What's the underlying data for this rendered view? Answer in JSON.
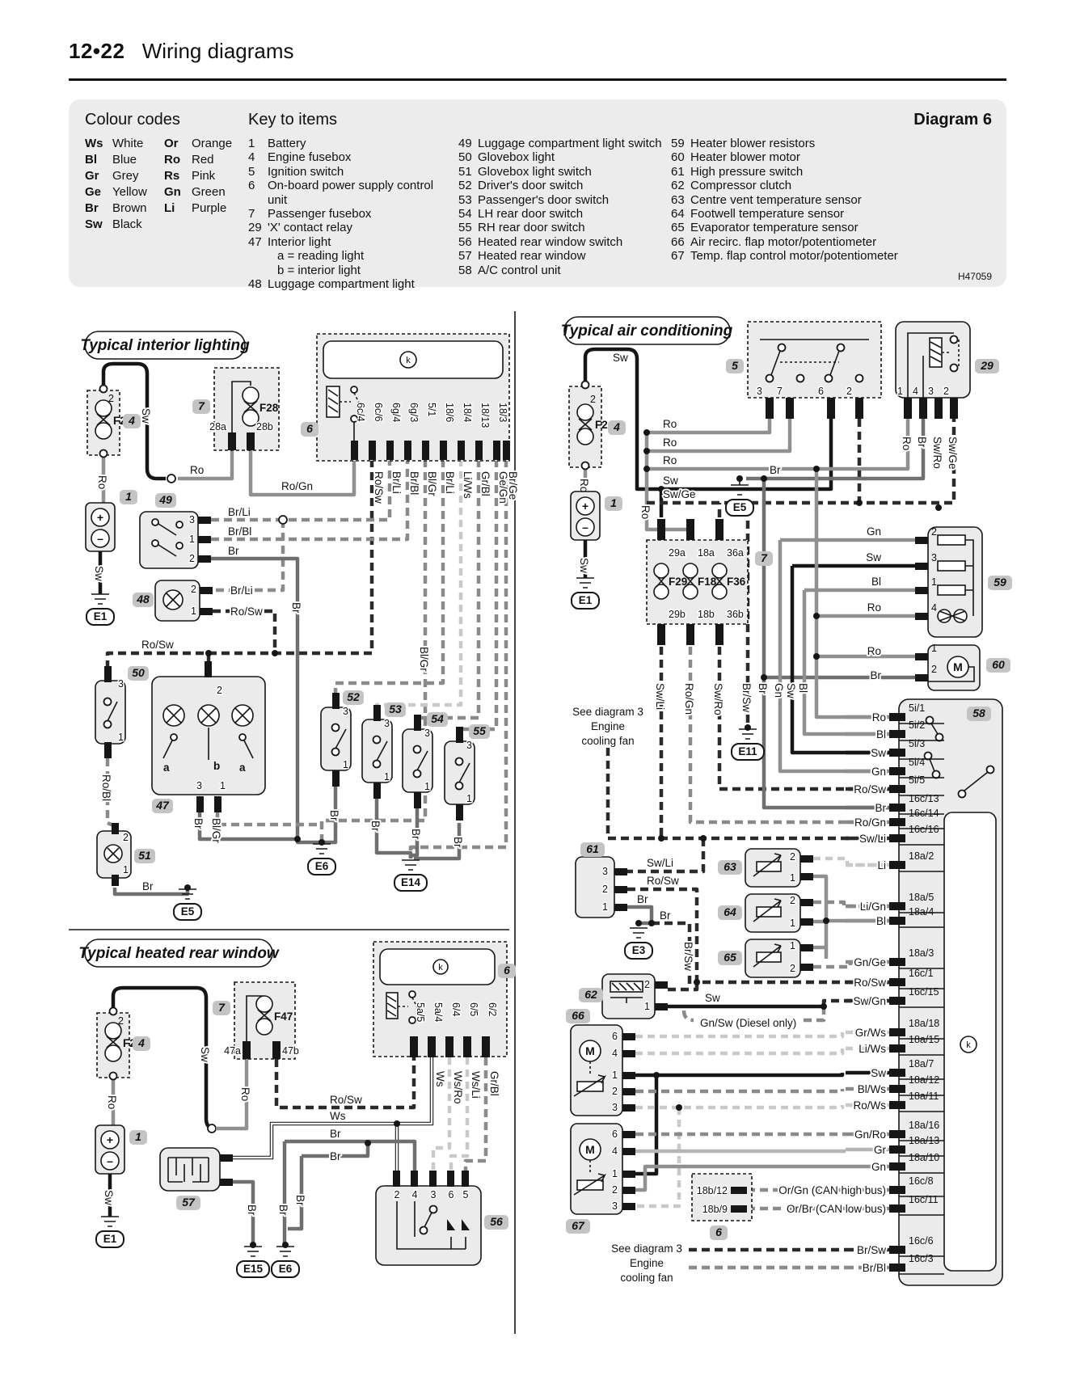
{
  "page": {
    "header_num": "12•22",
    "header_title": "Wiring diagrams"
  },
  "legend": {
    "colour_title": "Colour codes",
    "key_title": "Key to items",
    "diagram_label": "Diagram 6",
    "ref_code": "H47059",
    "colours": [
      {
        "a": "Ws",
        "n": "White"
      },
      {
        "a": "Or",
        "n": "Orange"
      },
      {
        "a": "Bl",
        "n": "Blue"
      },
      {
        "a": "Ro",
        "n": "Red"
      },
      {
        "a": "Gr",
        "n": "Grey"
      },
      {
        "a": "Rs",
        "n": "Pink"
      },
      {
        "a": "Ge",
        "n": "Yellow"
      },
      {
        "a": "Gn",
        "n": "Green"
      },
      {
        "a": "Br",
        "n": "Brown"
      },
      {
        "a": "Li",
        "n": "Purple"
      },
      {
        "a": "Sw",
        "n": "Black"
      }
    ],
    "key1": [
      {
        "n": "1",
        "t": "Battery"
      },
      {
        "n": "4",
        "t": "Engine fusebox"
      },
      {
        "n": "5",
        "t": "Ignition switch"
      },
      {
        "n": "6",
        "t": "On-board power supply control unit"
      },
      {
        "n": "7",
        "t": "Passenger fusebox"
      },
      {
        "n": "29",
        "t": "'X' contact relay"
      },
      {
        "n": "47",
        "t": "Interior light"
      },
      {
        "n": "",
        "t": "a  =  reading light"
      },
      {
        "n": "",
        "t": "b  =  interior light"
      },
      {
        "n": "48",
        "t": "Luggage compartment light"
      }
    ],
    "key2": [
      {
        "n": "49",
        "t": "Luggage compartment light switch"
      },
      {
        "n": "50",
        "t": "Glovebox light"
      },
      {
        "n": "51",
        "t": "Glovebox light switch"
      },
      {
        "n": "52",
        "t": "Driver's door switch"
      },
      {
        "n": "53",
        "t": "Passenger's door switch"
      },
      {
        "n": "54",
        "t": "LH rear door switch"
      },
      {
        "n": "55",
        "t": "RH rear door switch"
      },
      {
        "n": "56",
        "t": "Heated rear window switch"
      },
      {
        "n": "57",
        "t": "Heated rear window"
      },
      {
        "n": "58",
        "t": "A/C control unit"
      }
    ],
    "key3": [
      {
        "n": "59",
        "t": "Heater blower resistors"
      },
      {
        "n": "60",
        "t": "Heater blower motor"
      },
      {
        "n": "61",
        "t": "High pressure switch"
      },
      {
        "n": "62",
        "t": "Compressor clutch"
      },
      {
        "n": "63",
        "t": "Centre vent temperature sensor"
      },
      {
        "n": "64",
        "t": "Footwell temperature sensor"
      },
      {
        "n": "65",
        "t": "Evaporator temperature sensor"
      },
      {
        "n": "66",
        "t": "Air recirc. flap motor/potentiometer"
      },
      {
        "n": "67",
        "t": "Temp. flap control motor/potentiometer"
      }
    ]
  },
  "interior": {
    "title": "Typical interior lighting",
    "pins6": [
      "6c/4",
      "6c/6",
      "6g/4",
      "6g/3",
      "5/1",
      "18/6",
      "18/4",
      "18/13",
      "18/3"
    ],
    "wires6": [
      "Ro/Sw",
      "Br/Li",
      "Br/Bl",
      "Bl/Gr",
      "Br/Li",
      "Li/Ws",
      "Gr/Bl",
      "Ge/Gn",
      "Br/Ge"
    ],
    "t": {
      "b1": "1",
      "b4": "4",
      "b6": "6",
      "b7": "7",
      "b47": "47",
      "b48": "48",
      "b49": "49",
      "b50": "50",
      "b51": "51",
      "b52": "52",
      "b53": "53",
      "b54": "54",
      "b55": "55",
      "f2": "F2",
      "f28": "F28",
      "k": "k",
      "pF2_2": "2",
      "p28a": "28a",
      "p28b": "28b",
      "wSw": "Sw",
      "wRoF2": "Ro",
      "wRo": "Ro",
      "wRoGn": "Ro/Gn",
      "wSwBat": "Sw",
      "batp": "+",
      "batm": "–",
      "p49_3": "3",
      "p49_1": "1",
      "p49_2": "2",
      "w49_brli": "Br/Li",
      "w49_brbl": "Br/Bl",
      "w49_br": "Br",
      "p48_2": "2",
      "p48_1": "1",
      "w48_brli": "Br/Li",
      "w48_rosw": "Ro/Sw",
      "wRoSwH": "Ro/Sw",
      "p50_3": "3",
      "p50_1": "1",
      "wRoBl": "Ro/Bl",
      "p51_2": "2",
      "p51_1": "1",
      "wBr51": "Br",
      "p47_2": "2",
      "p47_3": "3",
      "p47_1": "1",
      "a1": "a",
      "ab": "b",
      "a2": "a",
      "wBr47": "Br",
      "wBlGr47": "Bl/Gr",
      "wBrMain": "Br",
      "wBlGrMain": "Bl/Gr",
      "p52_3": "3",
      "p52_1": "1",
      "p53_3": "3",
      "p53_1": "1",
      "p54_3": "3",
      "p54_1": "1",
      "p55_3": "3",
      "p55_1": "1",
      "wBr52": "Br",
      "wBr53": "Br",
      "wBr54": "Br",
      "wBr55": "Br",
      "gE1": "E1",
      "gE5": "E5",
      "gE6": "E6",
      "gE14": "E14"
    }
  },
  "heated": {
    "title": "Typical heated rear window",
    "pins6": [
      "5a/5",
      "5a/4",
      "6/4",
      "6/5",
      "6/2"
    ],
    "vlabels": [
      "Ws",
      "Ws/Ro",
      "Ws/Li",
      "Gr/Bl"
    ],
    "p56": [
      "2",
      "4",
      "3",
      "6",
      "5"
    ],
    "t": {
      "b1": "1",
      "b4": "4",
      "b6": "6",
      "b7": "7",
      "b56": "56",
      "b57": "57",
      "f2": "F2",
      "f47": "F47",
      "k": "k",
      "pF2_2": "2",
      "p47a": "47a",
      "p47b": "47b",
      "wSw": "Sw",
      "wRoF2": "Ro",
      "wRo7": "Ro",
      "wRoSw": "Ro/Sw",
      "wWs": "Ws",
      "wBr1": "Br",
      "wBr2": "Br",
      "wBrA": "Br",
      "wBrB": "Br",
      "wBrC": "Br",
      "batp": "+",
      "batm": "–",
      "wSwBat": "Sw",
      "gE1": "E1",
      "gE15": "E15",
      "gE6": "E6"
    }
  },
  "ac": {
    "title": "Typical air conditioning",
    "p5": [
      "3",
      "7",
      "6",
      "2"
    ],
    "p29": [
      "1",
      "4",
      "3",
      "2"
    ],
    "v29": [
      "Ro",
      "Br",
      "Sw/Ro",
      "Sw/Ge"
    ],
    "pTop": [
      "29a",
      "18a",
      "36a"
    ],
    "pBot": [
      "29b",
      "18b",
      "36b"
    ],
    "vFus": [
      "Sw/Li",
      "Ro/Gn",
      "Sw/Ro"
    ],
    "p59": [
      "2",
      "3",
      "1",
      "4"
    ],
    "w59": [
      "Gn",
      "Sw",
      "Bl",
      "Ro"
    ],
    "p60": [
      "1",
      "2"
    ],
    "w60": [
      "Ro",
      "Br"
    ],
    "p61": [
      "3",
      "2",
      "1"
    ],
    "w61": [
      "Sw/Li",
      "Ro/Sw",
      "Br",
      "Br"
    ],
    "p62": [
      "2",
      "1"
    ],
    "p63": [
      "2",
      "1"
    ],
    "p64": [
      "2",
      "1"
    ],
    "p65": [
      "1",
      "2"
    ],
    "p66": [
      "6",
      "4",
      "1",
      "2",
      "3"
    ],
    "p67": [
      "6",
      "4",
      "1",
      "2",
      "3"
    ],
    "p6can": [
      "18b/12",
      "18b/9"
    ],
    "see1": [
      "See diagram 3",
      "Engine",
      "cooling fan"
    ],
    "see2": [
      "See diagram 3",
      "Engine",
      "cooling fan"
    ],
    "u58": {
      "pins": [
        "5i/1",
        "5i/2",
        "5i/3",
        "5i/4",
        "5i/5",
        "16c/13",
        "16c/14",
        "16c/16",
        "18a/2",
        "18a/5",
        "18a/4",
        "18a/3",
        "16c/1",
        "16c/15",
        "18a/18",
        "18a/15",
        "18a/7",
        "18a/12",
        "18a/11",
        "18a/16",
        "18a/13",
        "18a/10",
        "16c/8",
        "16c/11",
        "16c/6",
        "16c/3"
      ],
      "wires": [
        "Ro",
        "Bl",
        "Sw",
        "Gn",
        "Ro/Sw",
        "Br",
        "Ro/Gn",
        "Sw/Li",
        "Li",
        "Li/Gn",
        "Bl",
        "Gn/Ge",
        "Ro/Sw",
        "Sw/Gn",
        "Gr/Ws",
        "Li/Ws",
        "Sw",
        "Bl/Ws",
        "Ro/Ws",
        "Gn/Ro",
        "Gr",
        "Gn",
        "Or/Gn (CAN high bus)",
        "Or/Br (CAN low bus)",
        "Br/Sw",
        "Br/Bl"
      ]
    },
    "t": {
      "b1": "1",
      "b4": "4",
      "b5": "5",
      "b6": "6",
      "b7": "7",
      "b29": "29",
      "b58": "58",
      "b59": "59",
      "b60": "60",
      "b61": "61",
      "b62": "62",
      "b63": "63",
      "b64": "64",
      "b65": "65",
      "b66": "66",
      "b67": "67",
      "f2": "F2",
      "f29": "F29",
      "f18": "F18",
      "f36": "F36",
      "pF2_2": "2",
      "k58": "k",
      "wSwTop": "Sw",
      "wRo1": "Ro",
      "wRo2": "Ro",
      "wRo3": "Ro",
      "wSwMid": "Sw",
      "wSwGe": "Sw/Ge",
      "wBrE5": "Br",
      "wRoF2": "Ro",
      "wRoV": "Ro",
      "wSwBat": "Sw",
      "batp": "+",
      "batm": "–",
      "vBrSw": "Br/Sw",
      "vBr": "Br",
      "vGn": "Gn",
      "vSw": "Sw",
      "vBl": "Bl",
      "vBrSw2": "Br/Sw",
      "m60": "M",
      "m66": "M",
      "m67": "M",
      "w62sw": "Sw",
      "w62gnsw": "Gn/Sw (Diesel only)",
      "gE1": "E1",
      "gE5": "E5",
      "gE11": "E11",
      "gE3": "E3"
    }
  }
}
